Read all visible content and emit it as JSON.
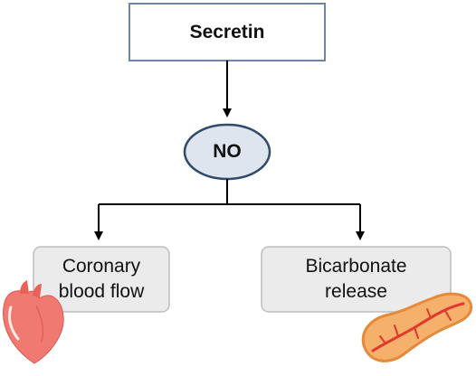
{
  "diagram": {
    "top_node": {
      "label": "Secretin"
    },
    "mid_node": {
      "label": "NO"
    },
    "left_node": {
      "label": "Coronary\nblood flow"
    },
    "right_node": {
      "label": "Bicarbonate\nrelease"
    }
  },
  "icons": {
    "left": "heart-icon",
    "right": "pancreas-icon"
  },
  "colors": {
    "box_border": "#6d86a8",
    "ellipse_border": "#2f4a6a",
    "ellipse_fill": "#dfe5ee",
    "gray_box_fill": "#ebebeb",
    "gray_box_border": "#bdbdbd",
    "heart": "#f07a72",
    "pancreas": "#f5b06b",
    "pancreas_vessel": "#e0392e"
  }
}
